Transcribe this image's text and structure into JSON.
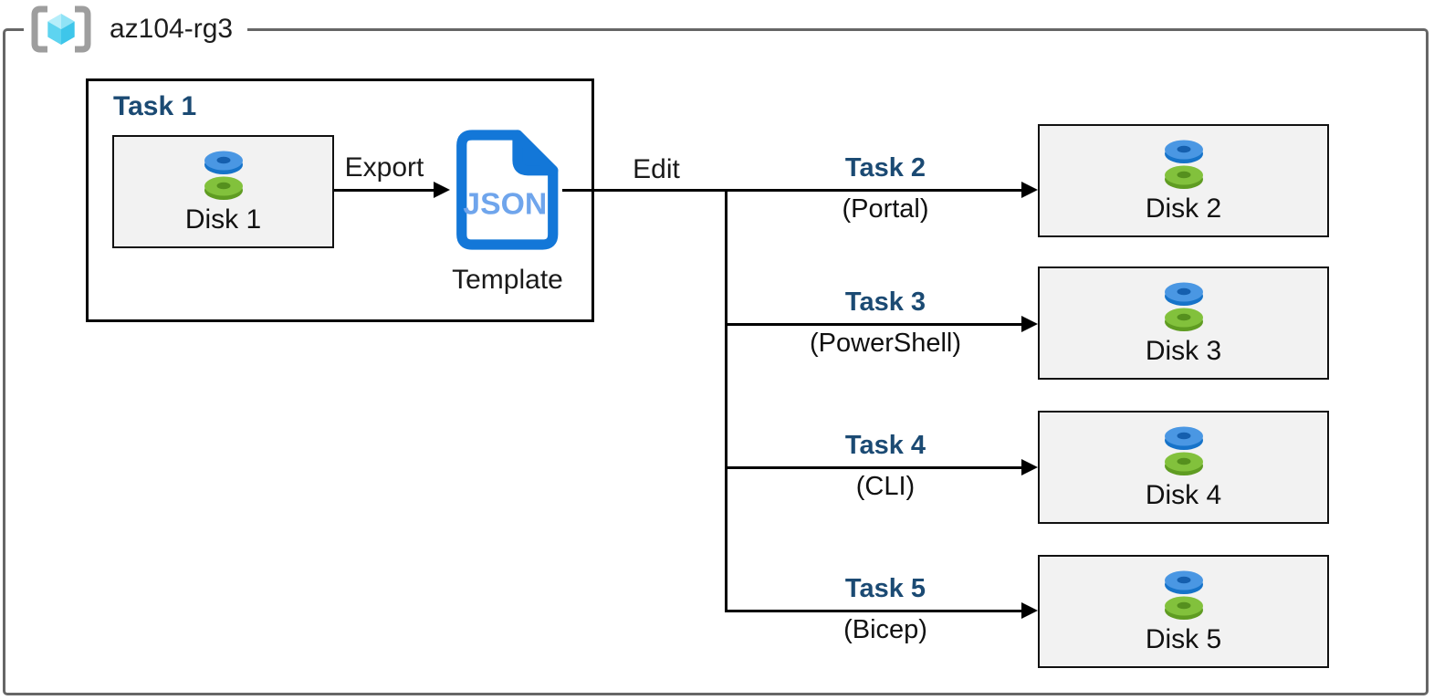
{
  "resource_group": {
    "name": "az104-rg3"
  },
  "task1": {
    "title": "Task 1",
    "source_disk": "Disk 1",
    "export_label": "Export",
    "template_file_text": "JSON",
    "template_label": "Template"
  },
  "edit_label": "Edit",
  "branches": [
    {
      "task": "Task 2",
      "method": "(Portal)",
      "disk": "Disk 2"
    },
    {
      "task": "Task 3",
      "method": "(PowerShell)",
      "disk": "Disk 3"
    },
    {
      "task": "Task 4",
      "method": "(CLI)",
      "disk": "Disk 4"
    },
    {
      "task": "Task 5",
      "method": "(Bicep)",
      "disk": "Disk 5"
    }
  ],
  "colors": {
    "task_heading": "#1B4A73",
    "outer_border": "#666666",
    "box_fill": "#F2F2F2",
    "json_blue": "#1377D8",
    "json_text": "#6FA5EC",
    "disk_blue_top": "#4A97E3",
    "disk_blue_side": "#1673C9",
    "disk_green_top": "#82C13C",
    "disk_green_side": "#5F9C22",
    "rg_bracket_gray": "#9E9E9E",
    "rg_cube_cyan": "#5ED4F0"
  }
}
